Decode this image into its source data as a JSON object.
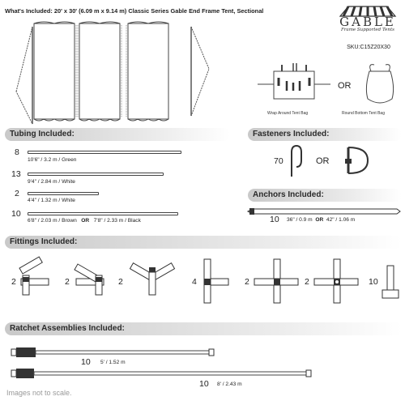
{
  "header": {
    "title": "What's Included: 20' x 30' (6.09 m x 9.14 m) Classic Series Gable End Frame Tent, Sectional",
    "brand": "GABLE",
    "brand_tagline": "Frame Supported Tents",
    "sku": "SKU:C15Z20X30"
  },
  "bags": {
    "wrap_label": "Wrap Around Tent Bag",
    "or": "OR",
    "round_label": "Round Bottom Tent Bag"
  },
  "tubing": {
    "title": "Tubing Included:",
    "items": [
      {
        "count": "8",
        "label": "10'6\" / 3.2 m  /  Green"
      },
      {
        "count": "13",
        "label": "9'4\" / 2.84 m  /  White"
      },
      {
        "count": "2",
        "label": "4'4\" / 1.32 m  /  White"
      },
      {
        "count": "10",
        "label_a": "6'8\" / 2.03 m  /  Brown",
        "or": "OR",
        "label_b": "7'8\" / 2.33 m  /  Black"
      }
    ]
  },
  "fasteners": {
    "title": "Fasteners Included:",
    "count": "70",
    "or": "OR"
  },
  "anchors": {
    "title": "Anchors Included:",
    "count": "10",
    "label_a": "36\" / 0.9 m",
    "or": "OR",
    "label_b": "42\" / 1.06 m"
  },
  "fittings": {
    "title": "Fittings Included:",
    "counts": [
      "2",
      "2",
      "2",
      "4",
      "2",
      "2",
      "10"
    ]
  },
  "ratchets": {
    "title": "Ratchet Assemblies Included:",
    "items": [
      {
        "count": "10",
        "label": "5' / 1.52 m"
      },
      {
        "count": "10",
        "label": "8' / 2.43 m"
      }
    ]
  },
  "footer": {
    "note": "Images not to scale."
  }
}
